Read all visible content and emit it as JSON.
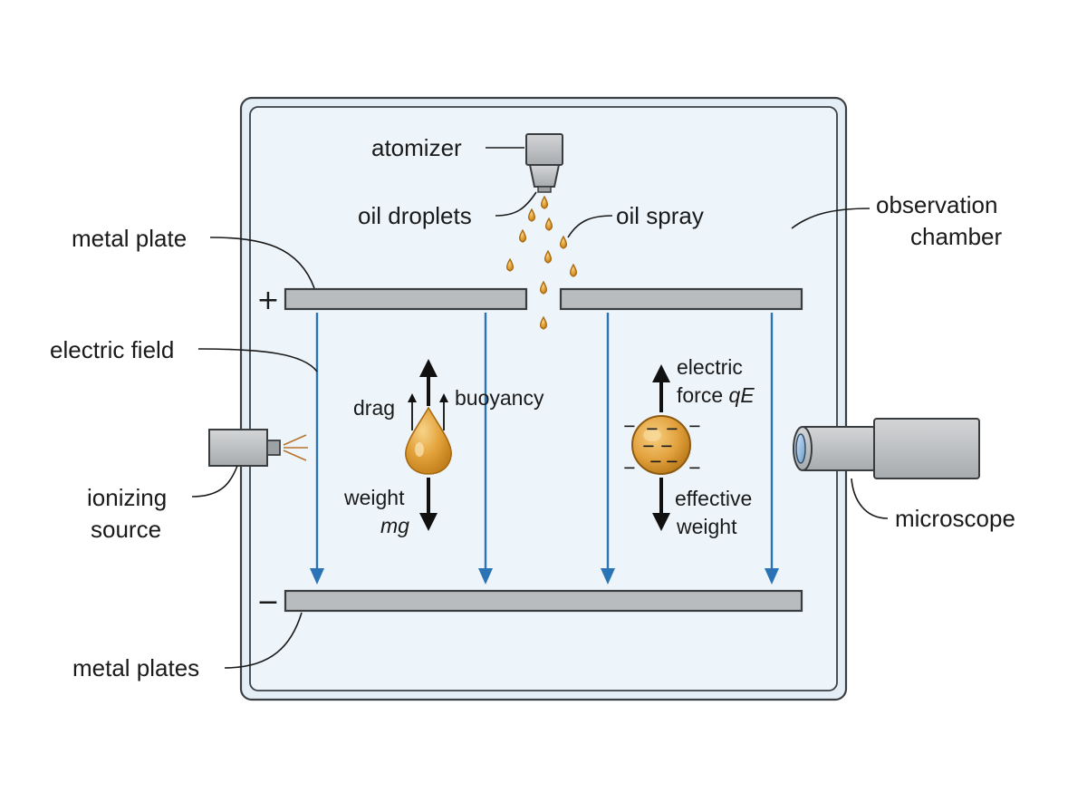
{
  "labels": {
    "atomizer": "atomizer",
    "oil_droplets": "oil droplets",
    "oil_spray": "oil spray",
    "observation_chamber_line1": "observation",
    "observation_chamber_line2": "chamber",
    "metal_plate": "metal plate",
    "electric_field": "electric field",
    "ionizing_source_line1": "ionizing",
    "ionizing_source_line2": "source",
    "metal_plates": "metal plates",
    "microscope": "microscope",
    "drag": "drag",
    "buoyancy": "buoyancy",
    "weight_line1": "weight",
    "weight_line2": "mg",
    "electric_force_line1": "electric",
    "electric_force_line2a": "force ",
    "electric_force_line2b": "qE",
    "effective_weight_line1": "effective",
    "effective_weight_line2": "weight",
    "plus_sign": "+",
    "minus_sign": "−",
    "charge_symbol": "−"
  },
  "colors": {
    "chamber_fill": "#eef5fa",
    "chamber_stroke": "#3b4045",
    "plate": "#b9bcbf",
    "field_line": "#2a73b5",
    "oil": "#e3a23a",
    "force_arrow": "#111111"
  },
  "icons": {
    "atomizer": "atomizer-nozzle-icon",
    "ionizing_source": "ionizing-source-icon",
    "microscope": "microscope-icon"
  }
}
